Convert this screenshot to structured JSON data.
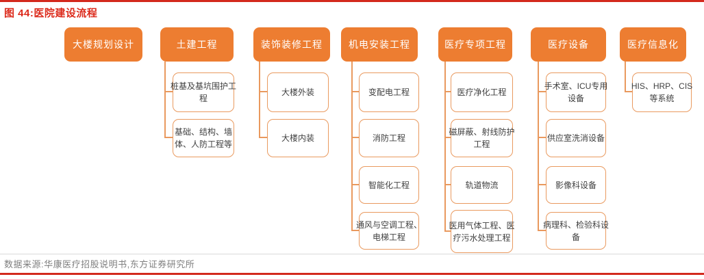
{
  "title": "图 44:医院建设流程",
  "footer": {
    "source": "数据来源:华康医疗招股说明书,东方证券研究所"
  },
  "colors": {
    "header_fill_orange": "#ed7d31",
    "subbox_border_orange": "#e9995e",
    "rule_red": "#d3291d",
    "title_red": "#dc2a1b",
    "footer_text_gray": "#7f7f7f",
    "footer_divider_gray": "#d9d9d9",
    "subbox_text": "#404040"
  },
  "columns": [
    {
      "header": "大楼规划设计",
      "items": []
    },
    {
      "header": "土建工程",
      "items": [
        "桩基及基坑围护工程",
        "基础、结构、墙体、人防工程等"
      ]
    },
    {
      "header": "装饰装修工程",
      "items": [
        "大楼外装",
        "大楼内装"
      ]
    },
    {
      "header": "机电安装工程",
      "items": [
        "变配电工程",
        "消防工程",
        "智能化工程",
        "通风与空调工程、电梯工程"
      ]
    },
    {
      "header": "医疗专项工程",
      "items": [
        "医疗净化工程",
        "磁屏蔽、射线防护工程",
        "轨道物流",
        "医用气体工程、医疗污水处理工程"
      ]
    },
    {
      "header": "医疗设备",
      "items": [
        "手术室、ICU专用设备",
        "供应室洗消设备",
        "影像科设备",
        "病理科、检验科设备"
      ]
    },
    {
      "header": "医疗信息化",
      "items": [
        "HIS、HRP、CIS等系统"
      ]
    }
  ]
}
